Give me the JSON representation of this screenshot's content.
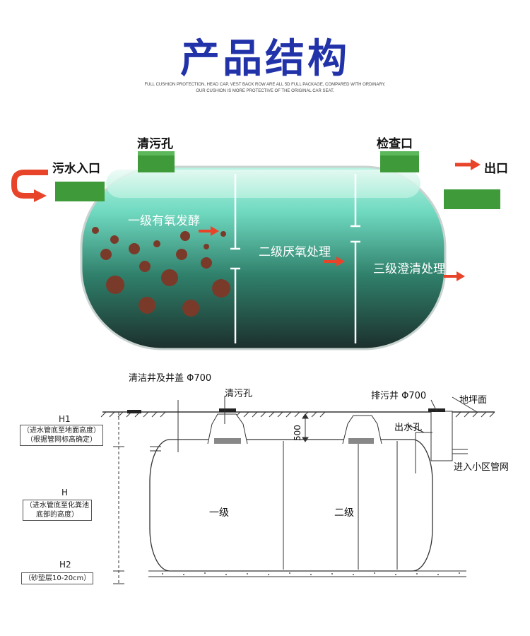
{
  "header": {
    "title": "产品结构",
    "subtitle_line1": "FULL CUSHION PROTECTION, HEAD CAP, VEST BACK ROW ARE ALL 5D FULL PACKAGE, COMPARED WITH ORDINARY,",
    "subtitle_line2": "OUR CUSHION IS MORE PROTECTIVE OF THE ORIGINAL CAR SEAT."
  },
  "tank_illustration": {
    "inlet_label": "污水入口",
    "clean_hole_label": "清污孔",
    "inspection_label": "检查口",
    "outlet_label": "出口",
    "stage1": "一级有氧发酵",
    "stage2": "二级厌氧处理",
    "stage3": "三级澄清处理",
    "colors": {
      "pipe_green": "#3f9a3a",
      "tank_top": "#7fe0c8",
      "tank_bottom": "#1f3d36",
      "arrow": "#e8442a"
    }
  },
  "cross_section": {
    "clean_well_label": "清洁井及井盖 Φ700",
    "clean_hole_label": "清污孔",
    "drain_well_label": "排污井 Φ700",
    "ground_label": "地坪面",
    "outlet_hole_label": "出水孔",
    "network_label": "进入小区管网",
    "depth_label": "500",
    "chamber1": "一级",
    "chamber2": "二级",
    "h1": "H1",
    "h1_desc_line1": "（进水管底至地面高度）",
    "h1_desc_line2": "（根据管网标高确定）",
    "h": "H",
    "h_desc_line1": "（进水管底至化粪池",
    "h_desc_line2": "底部的高度）",
    "h2": "H2",
    "h2_desc": "（砂垫层10-20cm）"
  }
}
